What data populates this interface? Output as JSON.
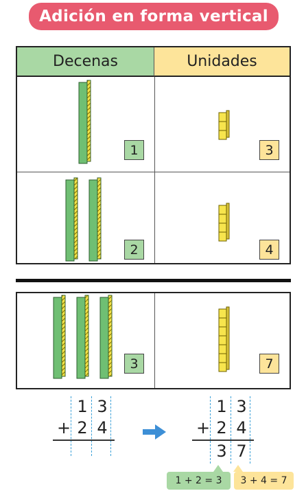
{
  "title": "Adición en forma vertical",
  "headers": {
    "tens": "Decenas",
    "units": "Unidades"
  },
  "rows": [
    {
      "tens": "1",
      "units": "3"
    },
    {
      "tens": "2",
      "units": "4"
    }
  ],
  "result": {
    "tens": "3",
    "units": "7"
  },
  "operation_left": {
    "top": [
      "1",
      "3"
    ],
    "operator": "+",
    "bottom": [
      "2",
      "4"
    ]
  },
  "operation_right": {
    "top": [
      "1",
      "3"
    ],
    "operator": "+",
    "bottom": [
      "2",
      "4"
    ],
    "answer": [
      "3",
      "7"
    ]
  },
  "hints": {
    "tens": "1 + 2 = 3",
    "units": "3 + 4 = 7"
  },
  "colors": {
    "title": "#e85a6f",
    "tens": "#a9d8a4",
    "units": "#fde49a",
    "guide": "#3aa0d8"
  }
}
